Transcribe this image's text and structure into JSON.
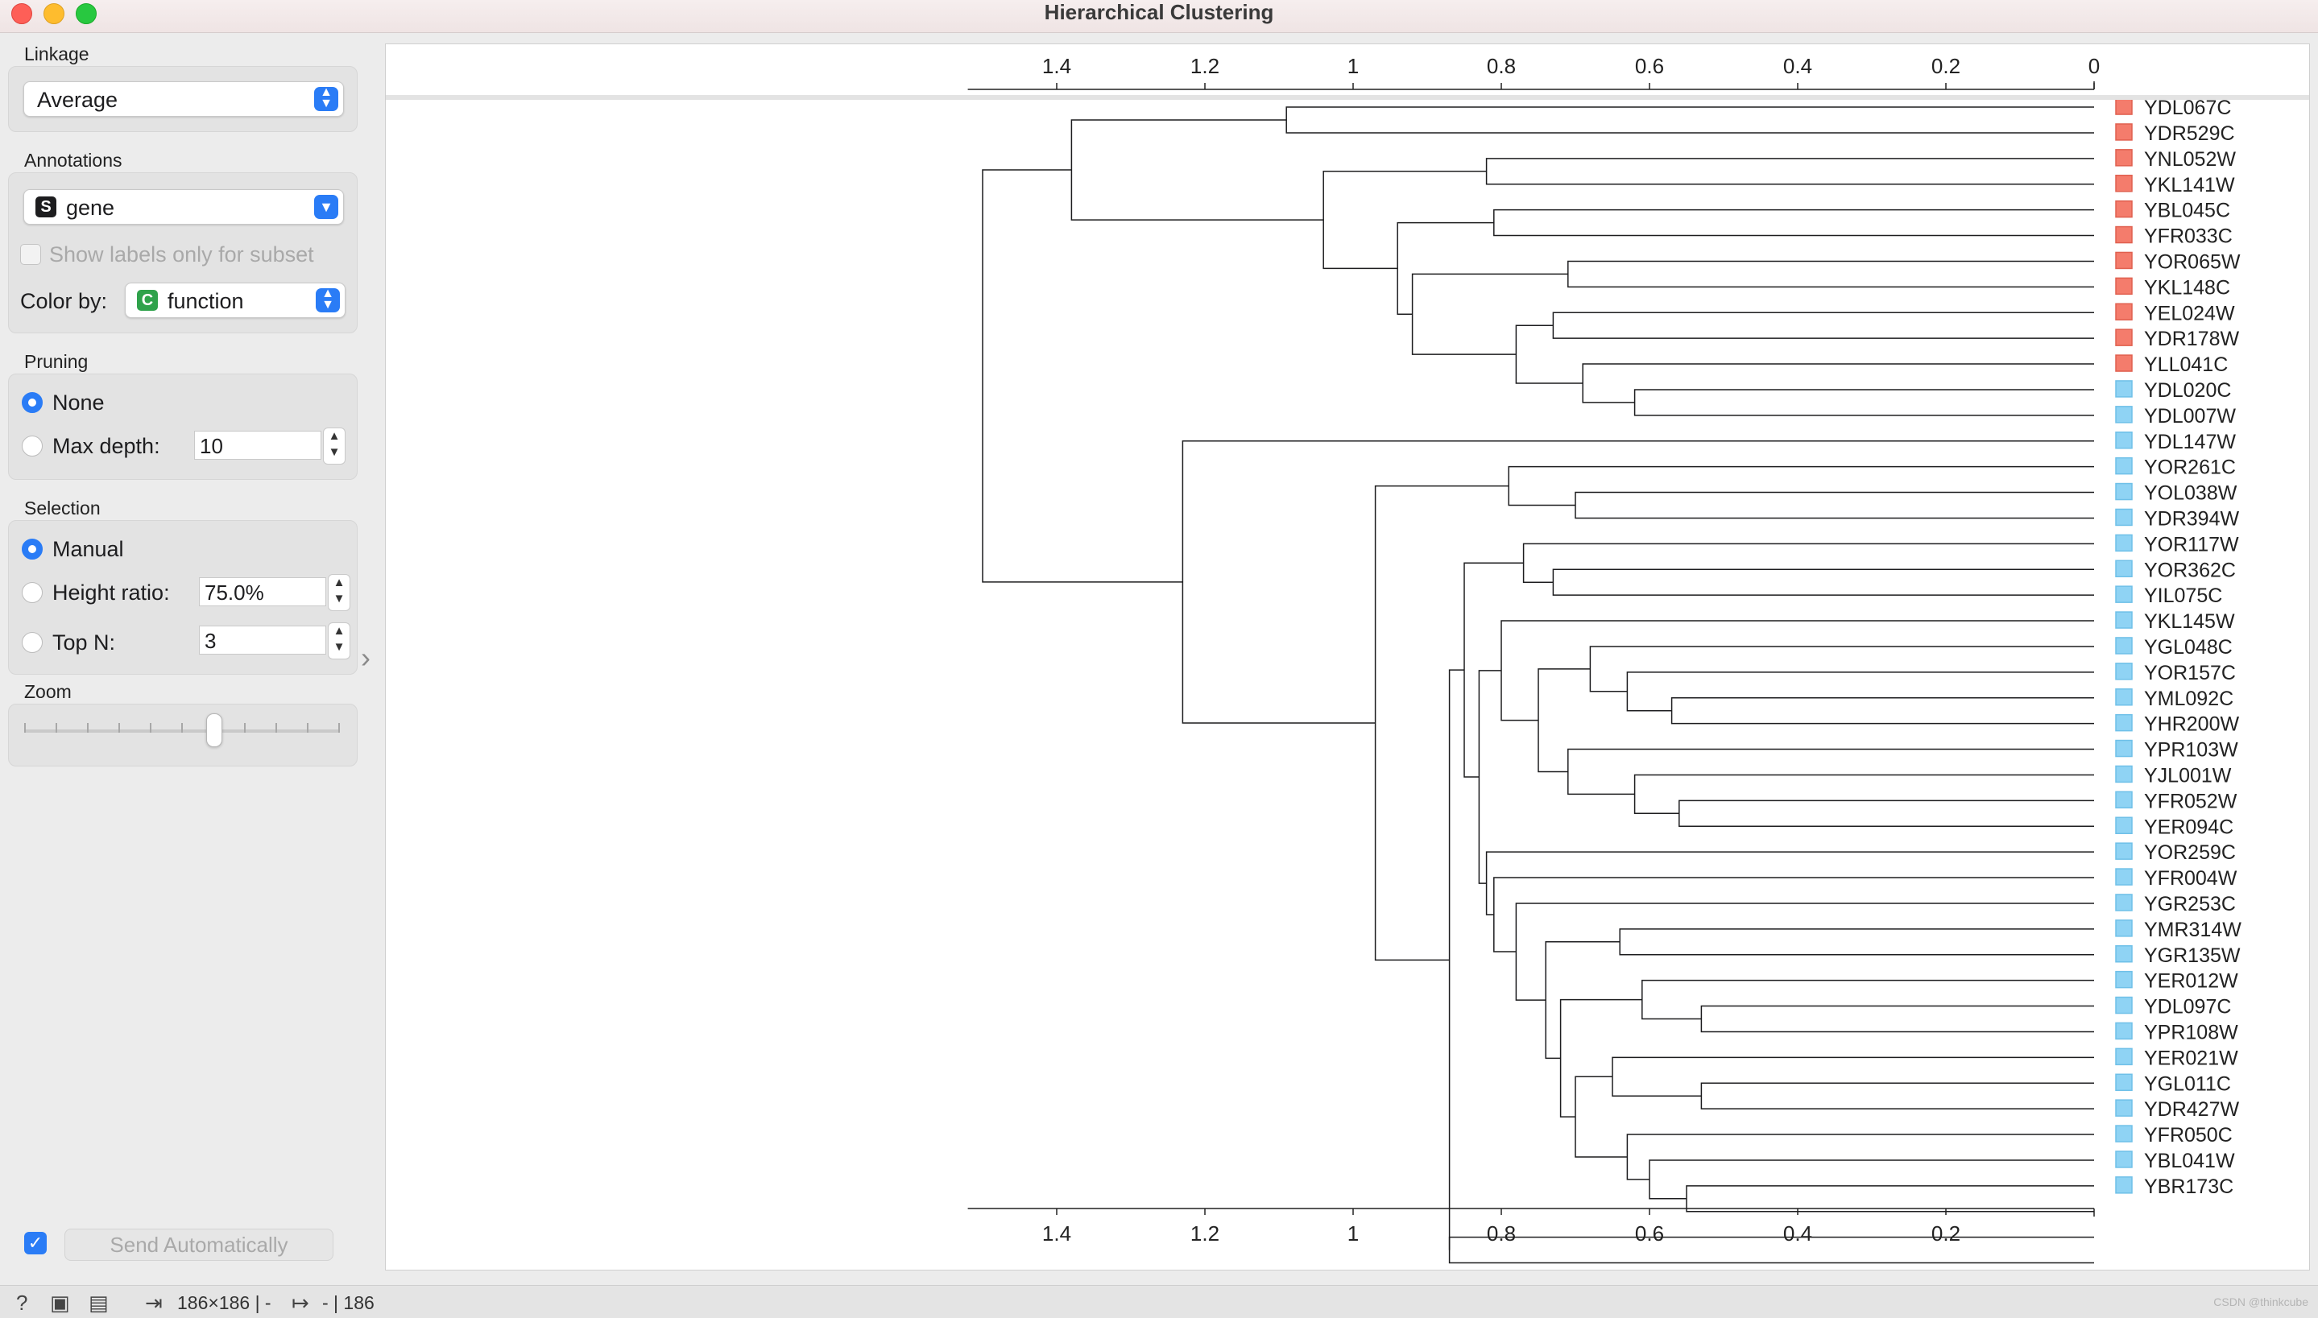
{
  "window": {
    "title": "Hierarchical Clustering"
  },
  "linkage": {
    "section": "Linkage",
    "value": "Average"
  },
  "annotations": {
    "section": "Annotations",
    "value": "gene",
    "value_badge": "S",
    "show_labels_subset": "Show labels only for subset",
    "color_by_label": "Color by:",
    "color_by_value": "function",
    "color_by_badge": "C"
  },
  "pruning": {
    "section": "Pruning",
    "none_label": "None",
    "max_depth_label": "Max depth:",
    "max_depth_value": "10"
  },
  "selection": {
    "section": "Selection",
    "manual_label": "Manual",
    "height_ratio_label": "Height ratio:",
    "height_ratio_value": "75.0%",
    "top_n_label": "Top N:",
    "top_n_value": "3"
  },
  "zoom": {
    "section": "Zoom",
    "level": 0.6
  },
  "output": {
    "send_label": "Send Automatically"
  },
  "status": {
    "input": "186×186 | -",
    "output": "- | 186",
    "watermark": "CSDN @thinkcube"
  },
  "colors": {
    "cluster_a": "#f47c6c",
    "cluster_b": "#8fd3f4",
    "accent": "#2a7cf6"
  },
  "chart_data": {
    "type": "dendrogram",
    "axis_ticks": [
      "1.4",
      "1.2",
      "1",
      "0.8",
      "0.6",
      "0.4",
      "0.2",
      "0"
    ],
    "axis_tick_values": [
      1.4,
      1.2,
      1.0,
      0.8,
      0.6,
      0.4,
      0.2,
      0
    ],
    "xlim": [
      1.52,
      0
    ],
    "leaves": [
      {
        "label": "YDL067C",
        "group": "a"
      },
      {
        "label": "YDR529C",
        "group": "a"
      },
      {
        "label": "YNL052W",
        "group": "a"
      },
      {
        "label": "YKL141W",
        "group": "a"
      },
      {
        "label": "YBL045C",
        "group": "a"
      },
      {
        "label": "YFR033C",
        "group": "a"
      },
      {
        "label": "YOR065W",
        "group": "a"
      },
      {
        "label": "YKL148C",
        "group": "a"
      },
      {
        "label": "YEL024W",
        "group": "a"
      },
      {
        "label": "YDR178W",
        "group": "a"
      },
      {
        "label": "YLL041C",
        "group": "a"
      },
      {
        "label": "YDL020C",
        "group": "b"
      },
      {
        "label": "YDL007W",
        "group": "b"
      },
      {
        "label": "YDL147W",
        "group": "b"
      },
      {
        "label": "YOR261C",
        "group": "b"
      },
      {
        "label": "YOL038W",
        "group": "b"
      },
      {
        "label": "YDR394W",
        "group": "b"
      },
      {
        "label": "YOR117W",
        "group": "b"
      },
      {
        "label": "YOR362C",
        "group": "b"
      },
      {
        "label": "YIL075C",
        "group": "b"
      },
      {
        "label": "YKL145W",
        "group": "b"
      },
      {
        "label": "YGL048C",
        "group": "b"
      },
      {
        "label": "YOR157C",
        "group": "b"
      },
      {
        "label": "YML092C",
        "group": "b"
      },
      {
        "label": "YHR200W",
        "group": "b"
      },
      {
        "label": "YPR103W",
        "group": "b"
      },
      {
        "label": "YJL001W",
        "group": "b"
      },
      {
        "label": "YFR052W",
        "group": "b"
      },
      {
        "label": "YER094C",
        "group": "b"
      },
      {
        "label": "YOR259C",
        "group": "b"
      },
      {
        "label": "YFR004W",
        "group": "b"
      },
      {
        "label": "YGR253C",
        "group": "b"
      },
      {
        "label": "YMR314W",
        "group": "b"
      },
      {
        "label": "YGR135W",
        "group": "b"
      },
      {
        "label": "YER012W",
        "group": "b"
      },
      {
        "label": "YDL097C",
        "group": "b"
      },
      {
        "label": "YPR108W",
        "group": "b"
      },
      {
        "label": "YER021W",
        "group": "b"
      },
      {
        "label": "YGL011C",
        "group": "b"
      },
      {
        "label": "YDR427W",
        "group": "b"
      },
      {
        "label": "YFR050C",
        "group": "b"
      },
      {
        "label": "YBL041W",
        "group": "b"
      },
      {
        "label": "YBR173C",
        "group": "b"
      }
    ],
    "tree": [
      1.5,
      [
        1.38,
        [
          1.09,
          0,
          1
        ],
        [
          1.04,
          [
            0.82,
            2,
            3
          ],
          [
            0.94,
            [
              0.81,
              4,
              5
            ],
            [
              0.92,
              [
                0.71,
                6,
                7
              ],
              [
                0.78,
                [
                  0.73,
                  8,
                  9
                ],
                [
                  0.69,
                  10,
                  [
                    0.62,
                    11,
                    12
                  ]
                ]
              ]
            ]
          ]
        ]
      ],
      [
        1.23,
        13,
        [
          0.97,
          [
            0.79,
            14,
            [
              0.7,
              15,
              16
            ]
          ],
          [
            0.87,
            [
              0.85,
              [
                0.77,
                17,
                [
                  0.73,
                  18,
                  19
                ]
              ],
              [
                0.83,
                [
                  0.8,
                  20,
                  [
                    0.75,
                    [
                      0.68,
                      21,
                      [
                        0.63,
                        22,
                        [
                          0.57,
                          23,
                          24
                        ]
                      ]
                    ],
                    [
                      0.71,
                      25,
                      [
                        0.62,
                        26,
                        [
                          0.56,
                          27,
                          28
                        ]
                      ]
                    ]
                  ]
                ],
                [
                  0.82,
                  29,
                  [
                    0.81,
                    30,
                    [
                      0.78,
                      31,
                      [
                        0.74,
                        [
                          0.64,
                          32,
                          33
                        ],
                        [
                          0.72,
                          [
                            0.61,
                            34,
                            [
                              0.53,
                              35,
                              36
                            ]
                          ],
                          [
                            0.7,
                            [
                              0.65,
                              37,
                              [
                                0.53,
                                38,
                                39
                              ]
                            ],
                            [
                              0.63,
                              40,
                              [
                                0.6,
                                41,
                                [
                                  0.55,
                                  42,
                                  43
                                ]
                              ]
                            ]
                          ]
                        ]
                      ]
                    ]
                  ]
                ]
              ]
            ],
            [
              0.87,
              44,
              45
            ]
          ]
        ]
      ]
    ]
  }
}
